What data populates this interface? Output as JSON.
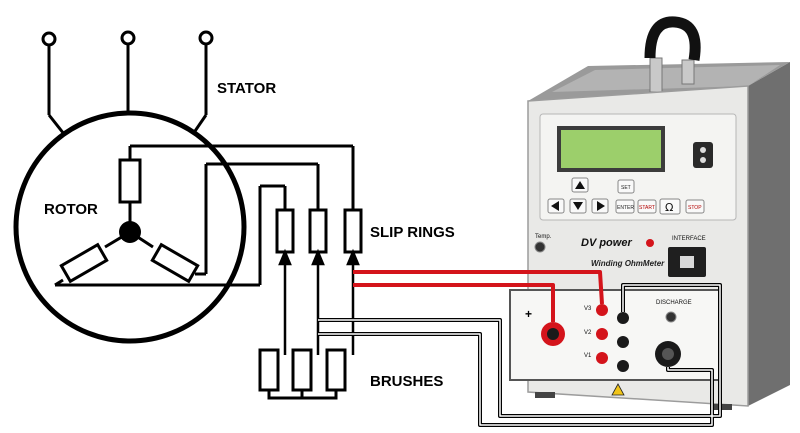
{
  "labels": {
    "stator": "STATOR",
    "rotor": "ROTOR",
    "slip_rings": "SLIP RINGS",
    "brushes": "BRUSHES"
  },
  "device": {
    "brand": "DV power",
    "model": "Winding OhmMeter",
    "temp_label": "Temp.",
    "interface_label": "INTERFACE",
    "discharge_label": "DISCHARGE",
    "set_key": "SET",
    "enter_key": "ENTER",
    "start_key": "START",
    "omega_key": "Ω",
    "stop_key": "STOP",
    "plus_label": "+",
    "v1_label": "V1",
    "v2_label": "V2",
    "v3_label": "V3"
  },
  "colors": {
    "wire_black": "#000000",
    "wire_red": "#d4141b",
    "panel": "#e9e9e7",
    "lcd": "#9ccf6b"
  }
}
